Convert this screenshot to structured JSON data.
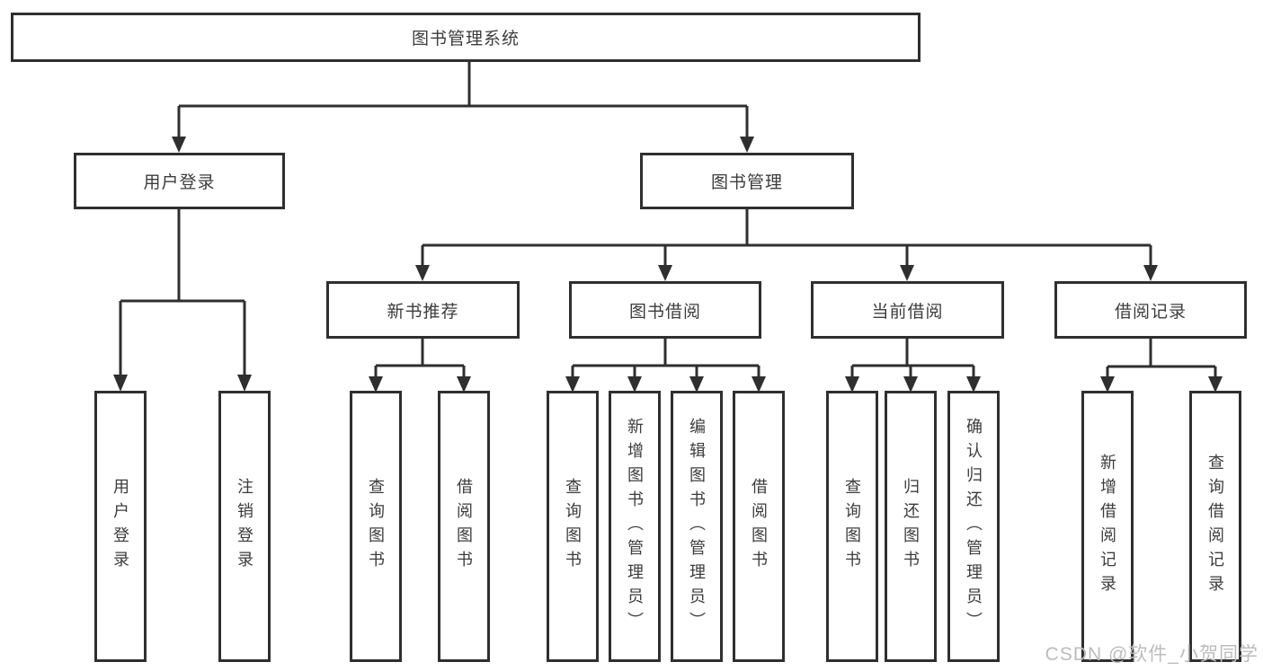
{
  "diagram": {
    "root": {
      "label": "图书管理系统"
    },
    "branches": [
      {
        "label": "用户登录",
        "children": [
          {
            "label": "用户登录"
          },
          {
            "label": "注销登录"
          }
        ]
      },
      {
        "label": "图书管理",
        "children": [
          {
            "label": "新书推荐",
            "children": [
              {
                "label": "查询图书"
              },
              {
                "label": "借阅图书"
              }
            ]
          },
          {
            "label": "图书借阅",
            "children": [
              {
                "label": "查询图书"
              },
              {
                "label": "新增图书（管理员）"
              },
              {
                "label": "编辑图书（管理员）"
              },
              {
                "label": "借阅图书"
              }
            ]
          },
          {
            "label": "当前借阅",
            "children": [
              {
                "label": "查询图书"
              },
              {
                "label": "归还图书"
              },
              {
                "label": "确认归还（管理员）"
              }
            ]
          },
          {
            "label": "借阅记录",
            "children": [
              {
                "label": "新增借阅记录"
              },
              {
                "label": "查询借阅记录"
              }
            ]
          }
        ]
      }
    ],
    "colors": {
      "line": "#2f2f2f",
      "text": "#3c3c3c",
      "watermark": "#bcbcbc"
    }
  },
  "watermark": "CSDN @软件_小贺同学"
}
